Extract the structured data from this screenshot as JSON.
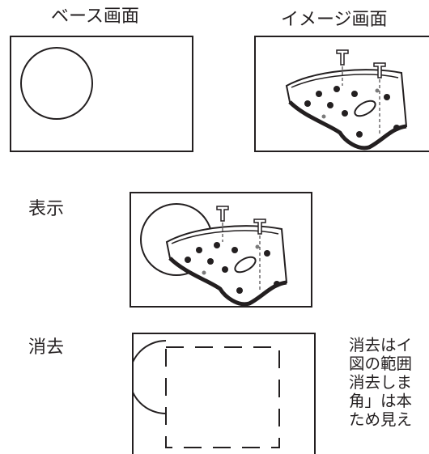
{
  "titles": {
    "base": "ベース画面",
    "image": "イメージ画面"
  },
  "row_labels": {
    "display": "表示",
    "erase": "消去"
  },
  "note_lines": [
    "消去はイ",
    "図の範囲",
    "消去しま",
    "角」は本",
    "ため見え"
  ],
  "colors": {
    "line": "#231f20",
    "part_fill": "#ffffff",
    "hole_fill": "#231f20",
    "dot_fill": "#7a7a7a"
  }
}
